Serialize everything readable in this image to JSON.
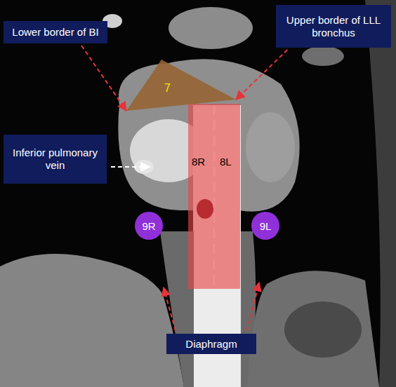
{
  "diagram": {
    "nodes": [
      {
        "text": [
          "Lower border of BI"
        ]
      },
      {
        "text": [
          "Upper border of LLL bronchus"
        ]
      },
      {
        "text": [
          "7"
        ]
      },
      {
        "text": [
          "Inferior pulmonary vein"
        ]
      },
      {
        "text": [
          "8R",
          "8L"
        ]
      },
      {
        "text": [
          "9R"
        ]
      },
      {
        "text": [
          "9L"
        ]
      },
      {
        "text": [
          "Diaphragm"
        ]
      }
    ],
    "edges": [
      {
        "from": 0,
        "to": 2,
        "arrow": "to"
      },
      {
        "from": 1,
        "to": 2,
        "arrow": "to"
      }
    ]
  }
}
